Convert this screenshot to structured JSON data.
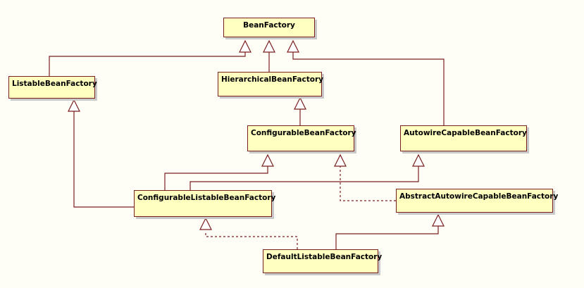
{
  "diagram": {
    "classes": {
      "bean_factory": "BeanFactory",
      "listable_bean_factory": "ListableBeanFactory",
      "hierarchical_bean_factory": "HierarchicalBeanFactory",
      "configurable_bean_factory": "ConfigurableBeanFactory",
      "autowire_capable_bean_factory": "AutowireCapableBeanFactory",
      "configurable_listable_bean_factory": "ConfigurableListableBeanFactory",
      "abstract_autowire_capable_bean_factory": "AbstractAutowireCapableBeanFactory",
      "default_listable_bean_factory": "DefaultListableBeanFactory"
    },
    "colors": {
      "box_fill": "#ffffc0",
      "box_border": "#7a1f1f",
      "line": "#7a1f1f",
      "background": "#fffef6"
    }
  }
}
